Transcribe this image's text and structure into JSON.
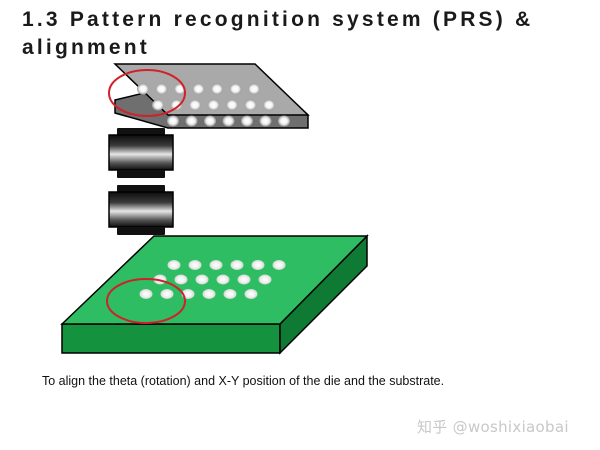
{
  "title": "1.3  Pattern recognition system (PRS) & alignment",
  "caption": "To align the theta (rotation) and X-Y position of the die and the substrate.",
  "watermark": "知乎 @woshixiaobai",
  "colors": {
    "die_top": "#a9a9a9",
    "die_side": "#6f6f6f",
    "substrate_top": "#2ebd63",
    "substrate_side": "#14923e",
    "highlight_circle": "#d0202a",
    "camera_dark": "#111111",
    "camera_light": "#dcdcdc"
  },
  "diagram": {
    "die": {
      "bump_rows": 3,
      "bumps_per_row": 7
    },
    "substrate": {
      "pad_rows": 3,
      "pads_per_row": 6
    },
    "camera": {
      "lens_units": 2
    }
  }
}
